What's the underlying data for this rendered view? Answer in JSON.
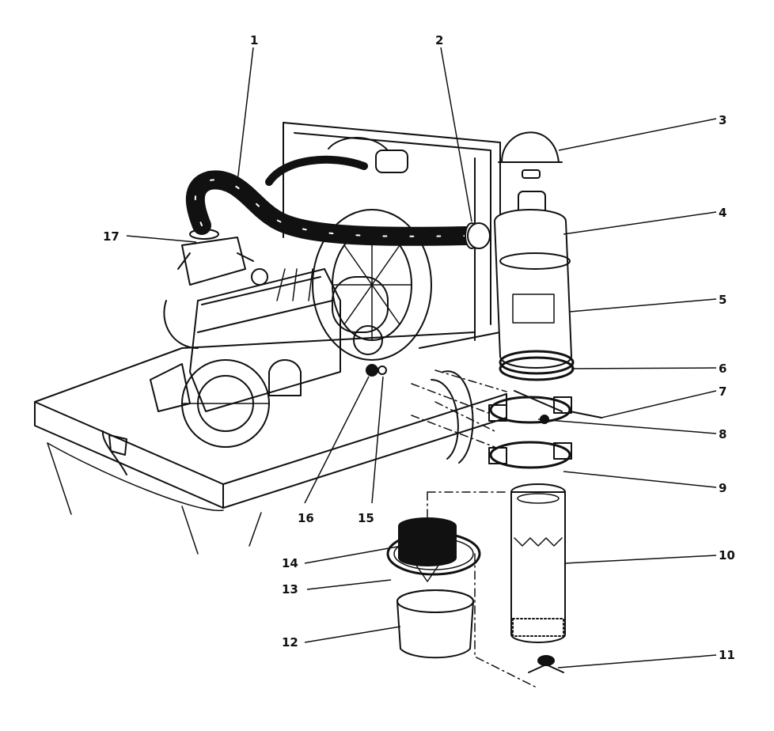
{
  "figure": {
    "callouts": [
      {
        "id": "1",
        "label": "1"
      },
      {
        "id": "2",
        "label": "2"
      },
      {
        "id": "3",
        "label": "3"
      },
      {
        "id": "4",
        "label": "4"
      },
      {
        "id": "5",
        "label": "5"
      },
      {
        "id": "6",
        "label": "6"
      },
      {
        "id": "7",
        "label": "7"
      },
      {
        "id": "8",
        "label": "8"
      },
      {
        "id": "9",
        "label": "9"
      },
      {
        "id": "10",
        "label": "10"
      },
      {
        "id": "11",
        "label": "11"
      },
      {
        "id": "12",
        "label": "12"
      },
      {
        "id": "13",
        "label": "13"
      },
      {
        "id": "14",
        "label": "14"
      },
      {
        "id": "15",
        "label": "15"
      },
      {
        "id": "16",
        "label": "16"
      },
      {
        "id": "17",
        "label": "17"
      }
    ],
    "colors": {
      "ink": "#111111",
      "paper": "#ffffff"
    }
  }
}
